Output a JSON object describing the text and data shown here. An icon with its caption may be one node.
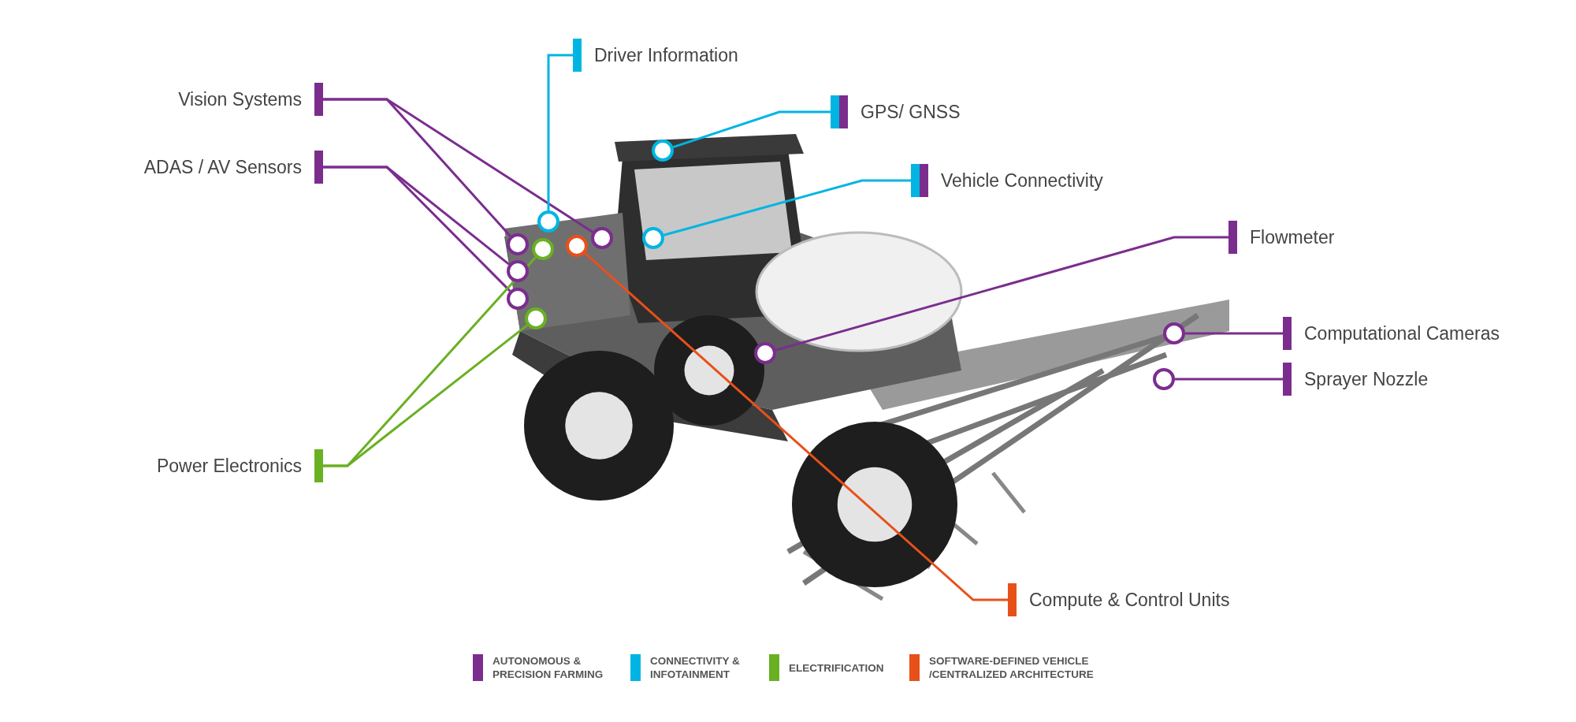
{
  "diagram": {
    "nodes": [
      {
        "text": [
          "Vision Systems"
        ]
      },
      {
        "text": [
          "ADAS / AV Sensors"
        ]
      },
      {
        "text": [
          "Driver Information"
        ]
      },
      {
        "text": [
          "GPS/ GNSS"
        ]
      },
      {
        "text": [
          "Vehicle Connectivity"
        ]
      },
      {
        "text": [
          "Flowmeter"
        ]
      },
      {
        "text": [
          "Computational Cameras"
        ]
      },
      {
        "text": [
          "Sprayer Nozzle"
        ]
      },
      {
        "text": [
          "Power Electronics"
        ]
      },
      {
        "text": [
          "Compute & Control Units"
        ]
      },
      {
        "text": [],
        "shape": "circle"
      },
      {
        "text": [],
        "shape": "circle"
      },
      {
        "text": [],
        "shape": "circle"
      },
      {
        "text": [],
        "shape": "circle"
      },
      {
        "text": [],
        "shape": "circle"
      },
      {
        "text": [],
        "shape": "circle"
      },
      {
        "text": [],
        "shape": "circle"
      },
      {
        "text": [],
        "shape": "circle"
      },
      {
        "text": [],
        "shape": "circle"
      },
      {
        "text": [],
        "shape": "circle"
      },
      {
        "text": [],
        "shape": "circle"
      },
      {
        "text": [],
        "shape": "circle"
      },
      {
        "text": [],
        "shape": "circle"
      }
    ],
    "edges": [
      {
        "from": 0,
        "to": 10,
        "arrow": "none"
      },
      {
        "from": 0,
        "to": 17,
        "arrow": "none"
      },
      {
        "from": 1,
        "to": 11,
        "arrow": "none"
      },
      {
        "from": 1,
        "to": 12,
        "arrow": "none"
      },
      {
        "from": 2,
        "to": 15,
        "arrow": "none",
        "color": "#00b5e2"
      },
      {
        "from": 3,
        "to": 19,
        "arrow": "none",
        "color": "#00b5e2"
      },
      {
        "from": 4,
        "to": 18,
        "arrow": "none",
        "color": "#00b5e2"
      },
      {
        "from": 5,
        "to": 20,
        "arrow": "none"
      },
      {
        "from": 6,
        "to": 22,
        "arrow": "none"
      },
      {
        "from": 7,
        "to": 21,
        "arrow": "none"
      },
      {
        "from": 8,
        "to": 14,
        "arrow": "none",
        "color": "#6ab023"
      },
      {
        "from": 8,
        "to": 13,
        "arrow": "none",
        "color": "#6ab023"
      },
      {
        "from": 9,
        "to": 16,
        "arrow": "none",
        "color": "#e8501a"
      }
    ],
    "legend": [
      {
        "text": "AUTONOMOUS & PRECISION FARMING",
        "color": "#7b2d8e"
      },
      {
        "text": "CONNECTIVITY & INFOTAINMENT",
        "color": "#00b5e2"
      },
      {
        "text": "ELECTRIFICATION",
        "color": "#6ab023"
      },
      {
        "text": "SOFTWARE-DEFINED VEHICLE /CENTRALIZED ARCHITECTURE",
        "color": "#e8501a"
      }
    ]
  }
}
